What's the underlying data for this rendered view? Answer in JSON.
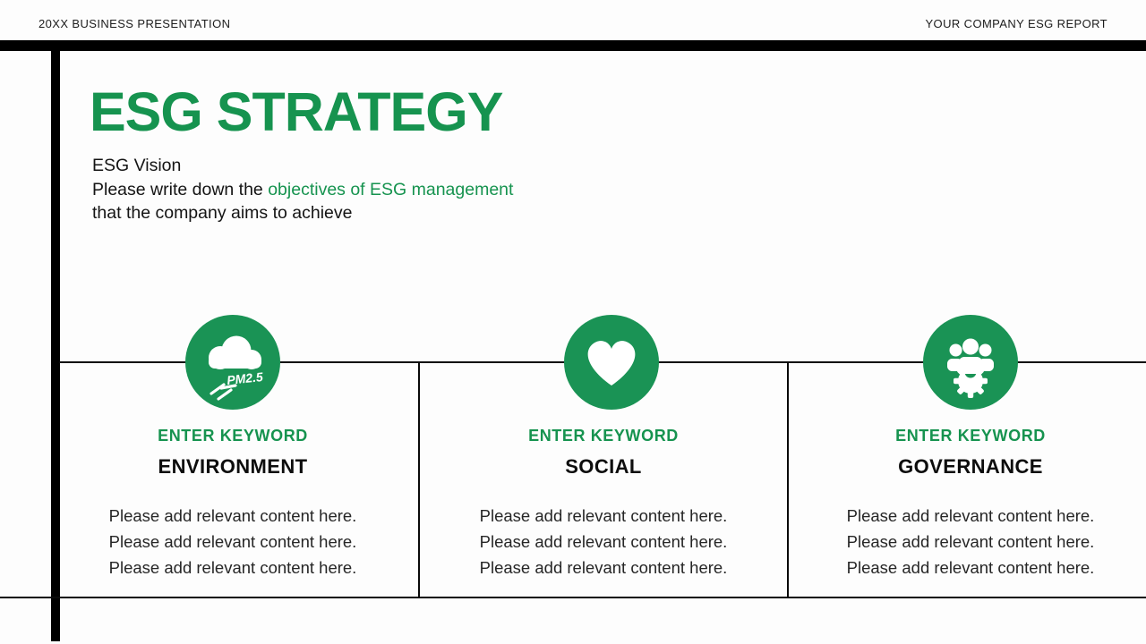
{
  "header": {
    "left_label": "20XX BUSINESS PRESENTATION",
    "right_label": "YOUR COMPANY ESG REPORT"
  },
  "title": "ESG STRATEGY",
  "vision": {
    "line1": "ESG Vision",
    "line2_prefix": "Please write down the ",
    "line2_highlight": "objectives of ESG management",
    "line3": "that the company aims to achieve"
  },
  "columns": [
    {
      "icon": "cloud-pm25-icon",
      "icon_text": "PM2.5",
      "keyword_label": "ENTER KEYWORD",
      "name": "ENVIRONMENT",
      "content_lines": [
        "Please add relevant content here.",
        "Please add relevant content here.",
        "Please add relevant content here."
      ]
    },
    {
      "icon": "heart-icon",
      "keyword_label": "ENTER KEYWORD",
      "name": "SOCIAL",
      "content_lines": [
        "Please add relevant content here.",
        "Please add relevant content here.",
        "Please add relevant content here."
      ]
    },
    {
      "icon": "people-gear-icon",
      "keyword_label": "ENTER KEYWORD",
      "name": "GOVERNANCE",
      "content_lines": [
        "Please add relevant content here.",
        "Please add relevant content here.",
        "Please add relevant content here."
      ]
    }
  ],
  "colors": {
    "accent_green": "#16934F",
    "circle_green": "#1A9355",
    "bar_black": "#000000",
    "background": "#FDFDFD"
  }
}
